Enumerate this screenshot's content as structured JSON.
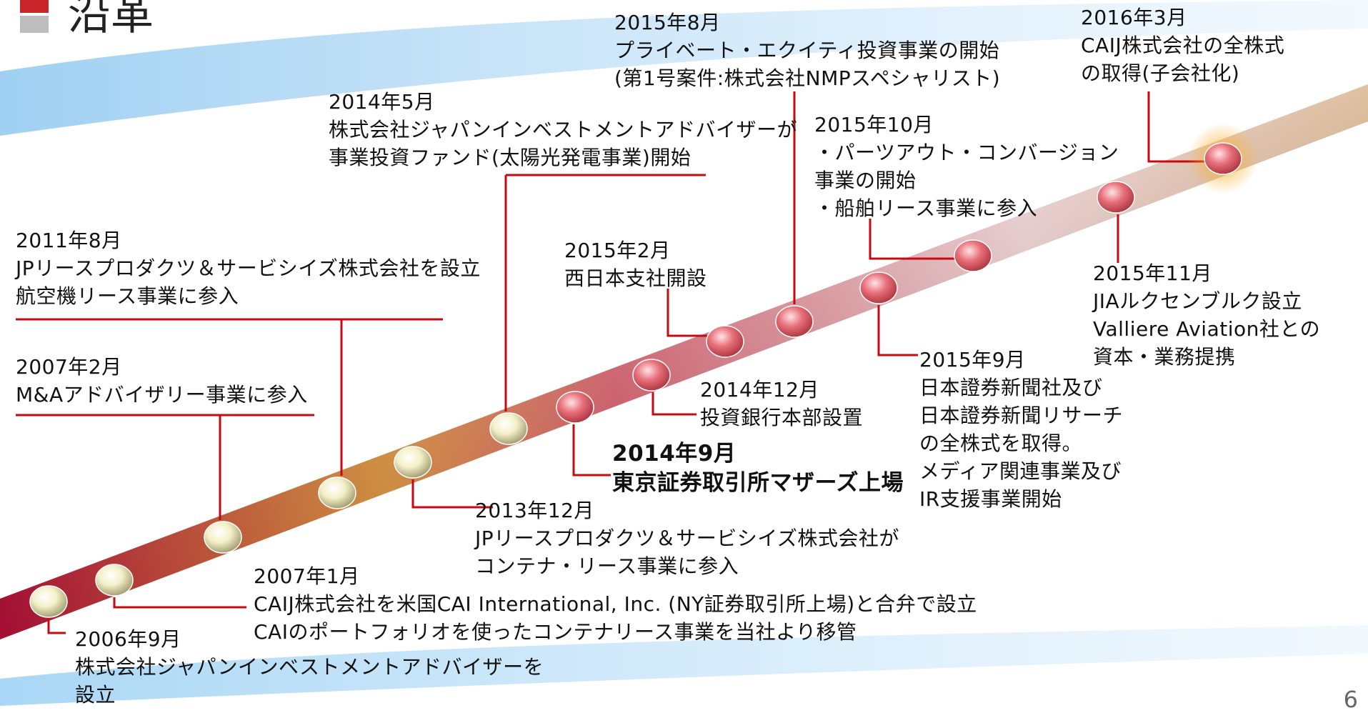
{
  "header": {
    "title": "沿革"
  },
  "page_number": "6",
  "colors": {
    "accent": "#c40a12",
    "bar_start": "#c0103c",
    "bar_mid": "#f0a040",
    "bar_end": "#cfa070",
    "ball_light": "#f4f0c8",
    "ball_pink": "#e8707a"
  },
  "events": [
    {
      "id": "e1",
      "date": "2006年9月",
      "lines": [
        "株式会社ジャパンインベストメントアドバイザーを",
        "設立"
      ]
    },
    {
      "id": "e2",
      "date": "2007年1月",
      "lines": [
        "CAIJ株式会社を米国CAI International, Inc. (NY証券取引所上場)と合弁で設立",
        "CAIのポートフォリオを使ったコンテナリース事業を当社より移管"
      ]
    },
    {
      "id": "e3",
      "date": "2007年2月",
      "lines": [
        "M&Aアドバイザリー事業に参入"
      ]
    },
    {
      "id": "e4",
      "date": "2011年8月",
      "lines": [
        "JPリースプロダクツ＆サービシイズ株式会社を設立",
        "航空機リース事業に参入"
      ]
    },
    {
      "id": "e5",
      "date": "2013年12月",
      "lines": [
        "JPリースプロダクツ＆サービシイズ株式会社が",
        "コンテナ・リース事業に参入"
      ]
    },
    {
      "id": "e6",
      "date": "2014年5月",
      "lines": [
        "株式会社ジャパンインベストメントアドバイザーが",
        "事業投資ファンド(太陽光発電事業)開始"
      ]
    },
    {
      "id": "e7",
      "date": "2014年9月",
      "lines": [
        "東京証券取引所マザーズ上場"
      ]
    },
    {
      "id": "e8",
      "date": "2014年12月",
      "lines": [
        "投資銀行本部設置"
      ]
    },
    {
      "id": "e9",
      "date": "2015年2月",
      "lines": [
        "西日本支社開設"
      ]
    },
    {
      "id": "e10",
      "date": "2015年8月",
      "lines": [
        "プライベート・エクイティ投資事業の開始",
        "(第1号案件:株式会社NMPスペシャリスト)"
      ]
    },
    {
      "id": "e11",
      "date": "2015年9月",
      "lines": [
        "日本證券新聞社及び",
        "日本證券新聞リサーチ",
        "の全株式を取得。",
        "メディア関連事業及び",
        "IR支援事業開始"
      ]
    },
    {
      "id": "e12",
      "date": "2015年10月",
      "lines": [
        "・パーツアウト・コンバージョン",
        "事業の開始",
        "・船舶リース事業に参入"
      ]
    },
    {
      "id": "e13",
      "date": "2015年11月",
      "lines": [
        "JIAルクセンブルク設立",
        "Valliere Aviation社との",
        "資本・業務提携"
      ]
    },
    {
      "id": "e14",
      "date": "2016年3月",
      "lines": [
        "CAIJ株式会社の全株式",
        "の取得(子会社化)"
      ]
    }
  ]
}
